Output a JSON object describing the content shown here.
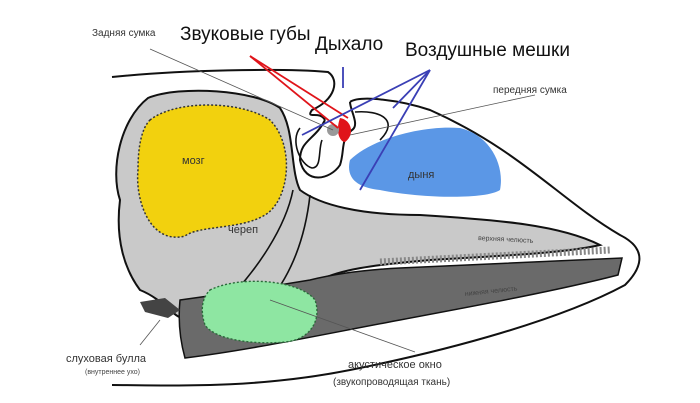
{
  "title_labels": {
    "sound_lips": "Звуковые губы",
    "blowhole": "Дыхало",
    "air_sacs": "Воздушные мешки"
  },
  "labels": {
    "posterior_sac": "Задняя сумка",
    "anterior_sac": "передняя сумка",
    "brain": "мозг",
    "melon": "дыня",
    "skull": "череп",
    "upper_jaw": "верхняя челюсть",
    "lower_jaw": "нижняя челюсть",
    "auditory_bulla": "слуховая булла",
    "inner_ear": "(внутреннее ухо)",
    "acoustic_window": "акустическое окно",
    "sound_tissue": "(звукопроводящая ткань)"
  },
  "colors": {
    "brain": "#f2d10e",
    "melon": "#5b97e6",
    "acoustic_window": "#8ee6a2",
    "skull": "#c9c9c9",
    "lower_jaw": "#6a6a6a",
    "sound_lips": "#e0141a",
    "air_sac_lines": "#3a3fb5"
  }
}
